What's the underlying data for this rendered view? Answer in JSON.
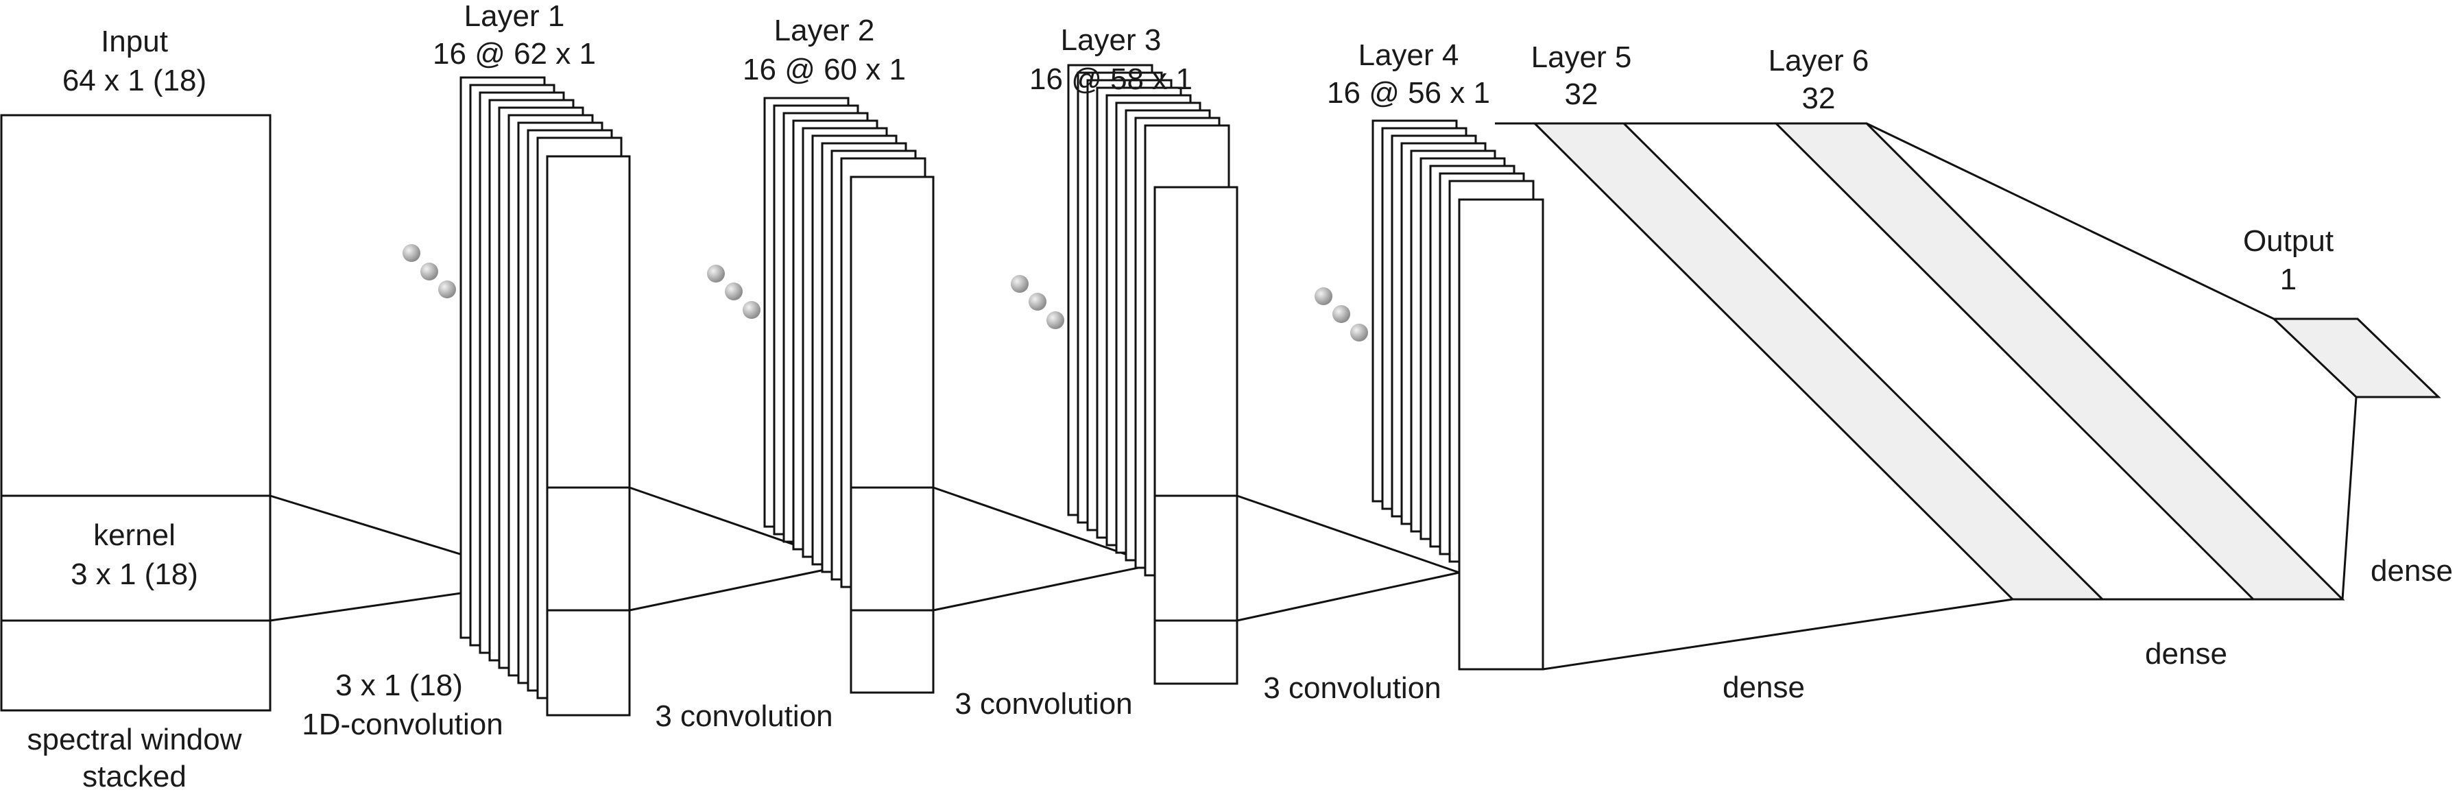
{
  "input": {
    "title": "Input",
    "size": "64 x 1 (18)",
    "kernel_title": "kernel",
    "kernel_size": "3 x 1 (18)",
    "caption_line1": "spectral window",
    "caption_line2": "stacked"
  },
  "layer1": {
    "title": "Layer 1",
    "size": "16 @ 62 x 1"
  },
  "layer2": {
    "title": "Layer 2",
    "size": "16 @ 60 x 1"
  },
  "layer3": {
    "title": "Layer 3",
    "size": "16 @ 58 x 1"
  },
  "layer4": {
    "title": "Layer 4",
    "size": "16 @ 56 x 1"
  },
  "layer5": {
    "title": "Layer 5",
    "size": "32"
  },
  "layer6": {
    "title": "Layer 6",
    "size": "32"
  },
  "output": {
    "title": "Output",
    "size": "1"
  },
  "connections": {
    "conv1_line1": "3 x 1 (18)",
    "conv1_line2": "1D-convolution",
    "conv2": "3 convolution",
    "conv3": "3 convolution",
    "conv4": "3 convolution",
    "dense1": "dense",
    "dense2": "dense",
    "dense3": "dense"
  },
  "colors": {
    "stroke": "#111111",
    "band_fill": "#eeefee",
    "dot": "#9a9a9a"
  }
}
